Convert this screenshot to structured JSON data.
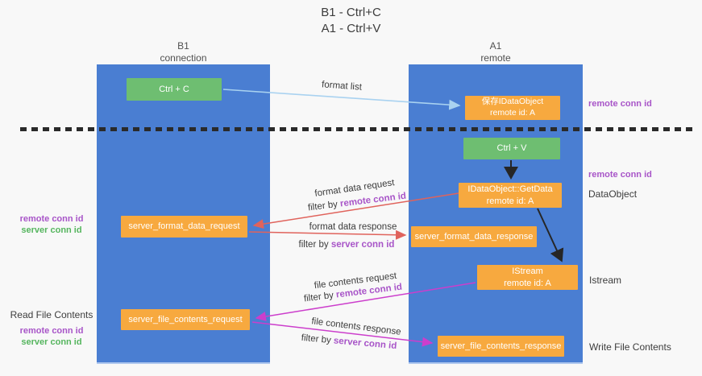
{
  "title": {
    "line1": "B1 - Ctrl+C",
    "line2": "A1 - Ctrl+V"
  },
  "columns": {
    "left": {
      "name": "B1",
      "role": "connection"
    },
    "right": {
      "name": "A1",
      "role": "remote"
    }
  },
  "boxes": {
    "ctrl_c": "Ctrl + C",
    "save_idataobject": {
      "line1": "保存IDataObject",
      "line2": "remote id: A"
    },
    "ctrl_v": "Ctrl + V",
    "getdata": {
      "line1": "IDataObject::GetData",
      "line2": "remote id: A"
    },
    "format_request": "server_format_data_request",
    "format_response": "server_format_data_response",
    "istream": {
      "line1": "IStream",
      "line2": "remote id: A"
    },
    "file_request": "server_file_contents_request",
    "file_response": "server_file_contents_response"
  },
  "arrow_labels": {
    "format_list": "format list",
    "format_data_request": "format data request",
    "format_data_request_filter_prefix": "filter by ",
    "format_data_request_filter_key": "remote conn id",
    "format_data_response": "format data response",
    "format_data_response_filter_prefix": "filter by ",
    "format_data_response_filter_key": "server conn id",
    "file_contents_request": "file contents request",
    "file_contents_request_filter_prefix": "filter by ",
    "file_contents_request_filter_key": "remote conn id",
    "file_contents_response": "file contents response",
    "file_contents_response_filter_prefix": "filter by ",
    "file_contents_response_filter_key": "server conn id"
  },
  "side_labels": {
    "right_top_conn_id": "remote conn id",
    "right_mid_conn_id": "remote conn id",
    "dataobject": "DataObject",
    "istream": "Istream",
    "write_file": "Write File Contents",
    "left_top_remote": "remote conn id",
    "left_top_server": "server conn id",
    "read_file": "Read File Contents",
    "left_bottom_remote": "remote conn id",
    "left_bottom_server": "server conn id"
  },
  "colors": {
    "column_blue": "#4a7ed2",
    "box_orange": "#f7a93f",
    "box_green": "#6ebe71",
    "arrow_lightblue": "#a9d2f0",
    "arrow_red": "#e0635c",
    "arrow_magenta": "#cc3ecc",
    "text_purple": "#a855c8",
    "text_green": "#55b55e",
    "text_dark": "#3c3c3c",
    "background": "#f8f8f8"
  }
}
